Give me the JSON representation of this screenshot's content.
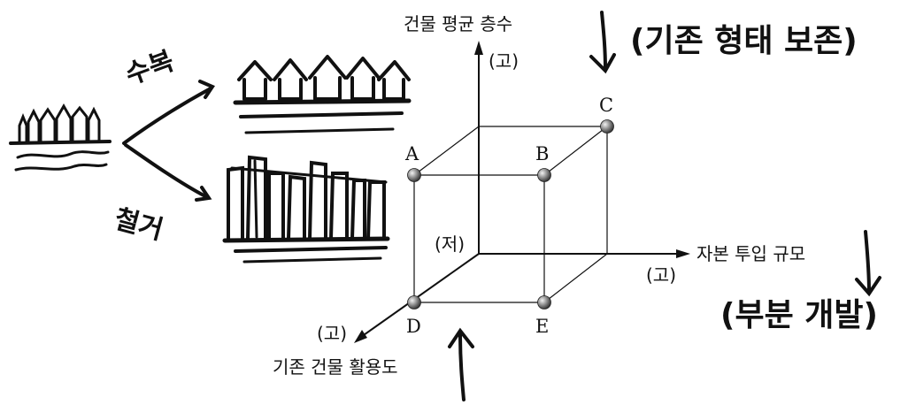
{
  "axes": {
    "vertical": "건물 평균 층수",
    "right": "자본 투입 규모",
    "diagonal": "기존 건물 활용도",
    "high_mark": "(고)",
    "low_mark": "(저)"
  },
  "points": {
    "a": "A",
    "b": "B",
    "c": "C",
    "d": "D",
    "e": "E"
  },
  "handwritten": {
    "repair": "수복",
    "demolish": "철거",
    "conserve": "(기존 형태 보존)",
    "partial": "(부분 개발)"
  }
}
